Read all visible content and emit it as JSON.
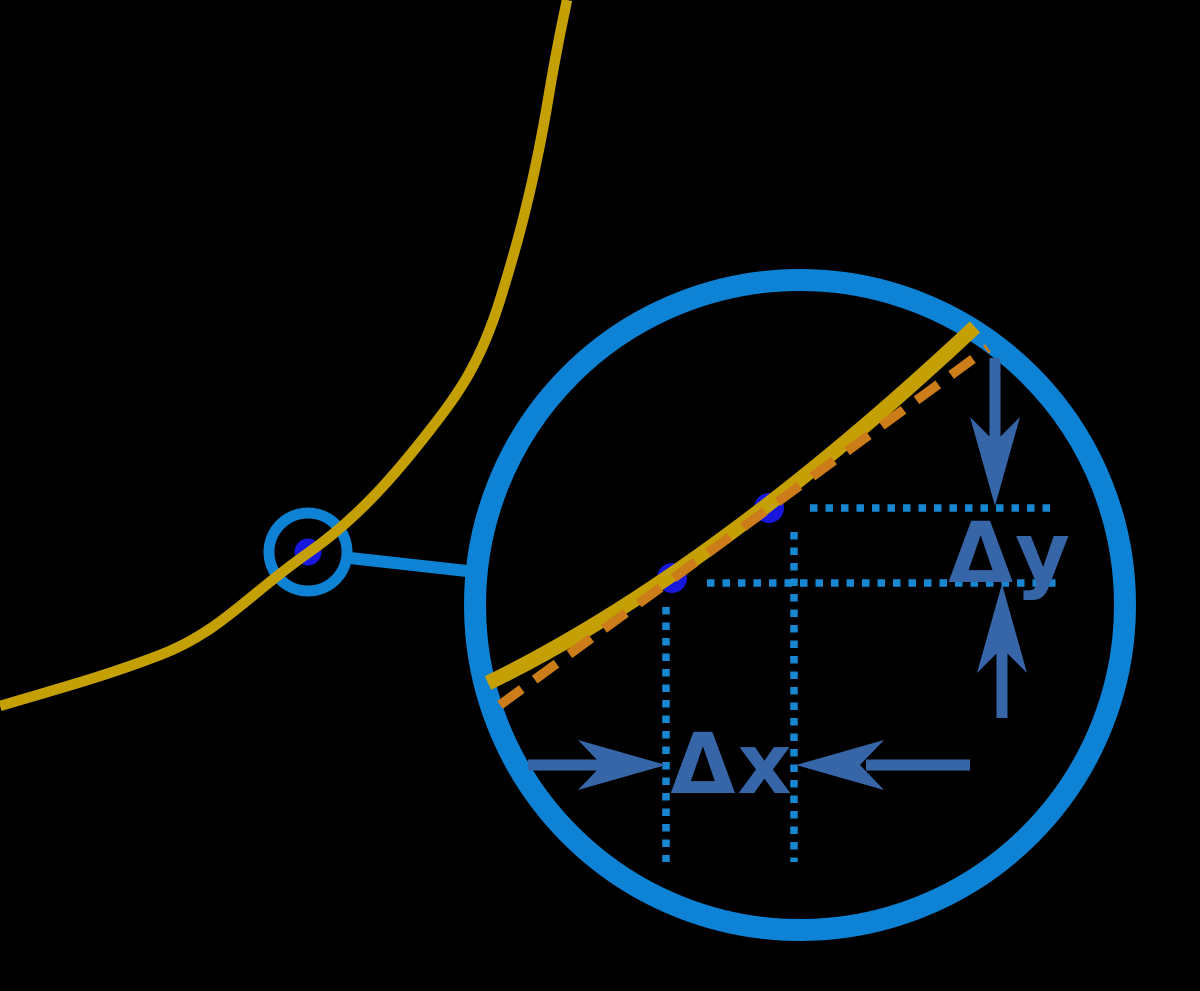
{
  "figure": {
    "description": "Calculus diagram: a curve with a point magnified in a lens circle, showing the secant/tangent slope triangle with horizontal change and vertical change between two nearby points",
    "background_color": "#000000",
    "labels": {
      "delta_x": "Δx",
      "delta_y": "Δy"
    },
    "colors": {
      "curve_yellow": "#c4a004",
      "secant_orange": "#cc7d1a",
      "lens_blue": "#0e82d4",
      "guide_dotted_blue": "#1787d2",
      "annotation_steel_blue": "#3766a8",
      "point_blue": "#1717dd",
      "background": "#000000"
    },
    "elements": {
      "main_curve": "yellow rising curve (function graph)",
      "zoom_source": "small circled point on the curve",
      "magnifier": "large lens circle with magnified view",
      "magnified_points": 2,
      "secant_line": "dashed orange line through both points",
      "delta_x_guides": "two vertical dotted lines",
      "delta_y_guides": "two horizontal dotted lines",
      "delta_x_arrows": "inward pointing left/right arrows",
      "delta_y_arrows": "inward pointing down/up arrows"
    }
  }
}
